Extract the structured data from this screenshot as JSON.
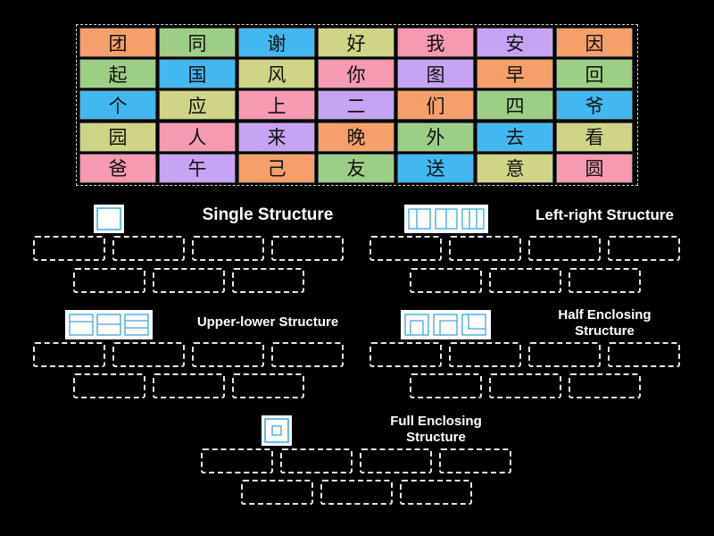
{
  "tiles": [
    {
      "char": "团",
      "color": "#f5a06a"
    },
    {
      "char": "同",
      "color": "#9ccf85"
    },
    {
      "char": "谢",
      "color": "#43b8f0"
    },
    {
      "char": "好",
      "color": "#cfd487"
    },
    {
      "char": "我",
      "color": "#f59ab1"
    },
    {
      "char": "安",
      "color": "#c7a3f3"
    },
    {
      "char": "因",
      "color": "#f5a06a"
    },
    {
      "char": "起",
      "color": "#9ccf85"
    },
    {
      "char": "国",
      "color": "#43b8f0"
    },
    {
      "char": "风",
      "color": "#cfd487"
    },
    {
      "char": "你",
      "color": "#f59ab1"
    },
    {
      "char": "图",
      "color": "#c7a3f3"
    },
    {
      "char": "早",
      "color": "#f5a06a"
    },
    {
      "char": "回",
      "color": "#9ccf85"
    },
    {
      "char": "个",
      "color": "#43b8f0"
    },
    {
      "char": "应",
      "color": "#cfd487"
    },
    {
      "char": "上",
      "color": "#f59ab1"
    },
    {
      "char": "二",
      "color": "#c7a3f3"
    },
    {
      "char": "们",
      "color": "#f5a06a"
    },
    {
      "char": "四",
      "color": "#9ccf85"
    },
    {
      "char": "爷",
      "color": "#43b8f0"
    },
    {
      "char": "园",
      "color": "#cfd487"
    },
    {
      "char": "人",
      "color": "#f59ab1"
    },
    {
      "char": "来",
      "color": "#c7a3f3"
    },
    {
      "char": "晚",
      "color": "#f5a06a"
    },
    {
      "char": "外",
      "color": "#9ccf85"
    },
    {
      "char": "去",
      "color": "#43b8f0"
    },
    {
      "char": "看",
      "color": "#cfd487"
    },
    {
      "char": "爸",
      "color": "#f59ab1"
    },
    {
      "char": "午",
      "color": "#c7a3f3"
    },
    {
      "char": "己",
      "color": "#f5a06a"
    },
    {
      "char": "友",
      "color": "#9ccf85"
    },
    {
      "char": "送",
      "color": "#43b8f0"
    },
    {
      "char": "意",
      "color": "#cfd487"
    },
    {
      "char": "圆",
      "color": "#f59ab1"
    }
  ],
  "groups": [
    {
      "key": "single",
      "title": "Single Structure",
      "diagram_icon": "single-structure-icon"
    },
    {
      "key": "left-right",
      "title": "Left-right Structure",
      "diagram_icon": "left-right-structure-icon"
    },
    {
      "key": "upper-lower",
      "title": "Upper-lower Structure",
      "diagram_icon": "upper-lower-structure-icon"
    },
    {
      "key": "half-enclosing",
      "title": "Half Enclosing\nStructure",
      "diagram_icon": "half-enclosing-structure-icon"
    },
    {
      "key": "full-enclosing",
      "title": "Full Enclosing\nStructure",
      "diagram_icon": "full-enclosing-structure-icon"
    }
  ],
  "theme": {
    "background": "#000000",
    "diagram_stroke": "#3aa6dd",
    "slot_border": "#e6e6e6"
  }
}
